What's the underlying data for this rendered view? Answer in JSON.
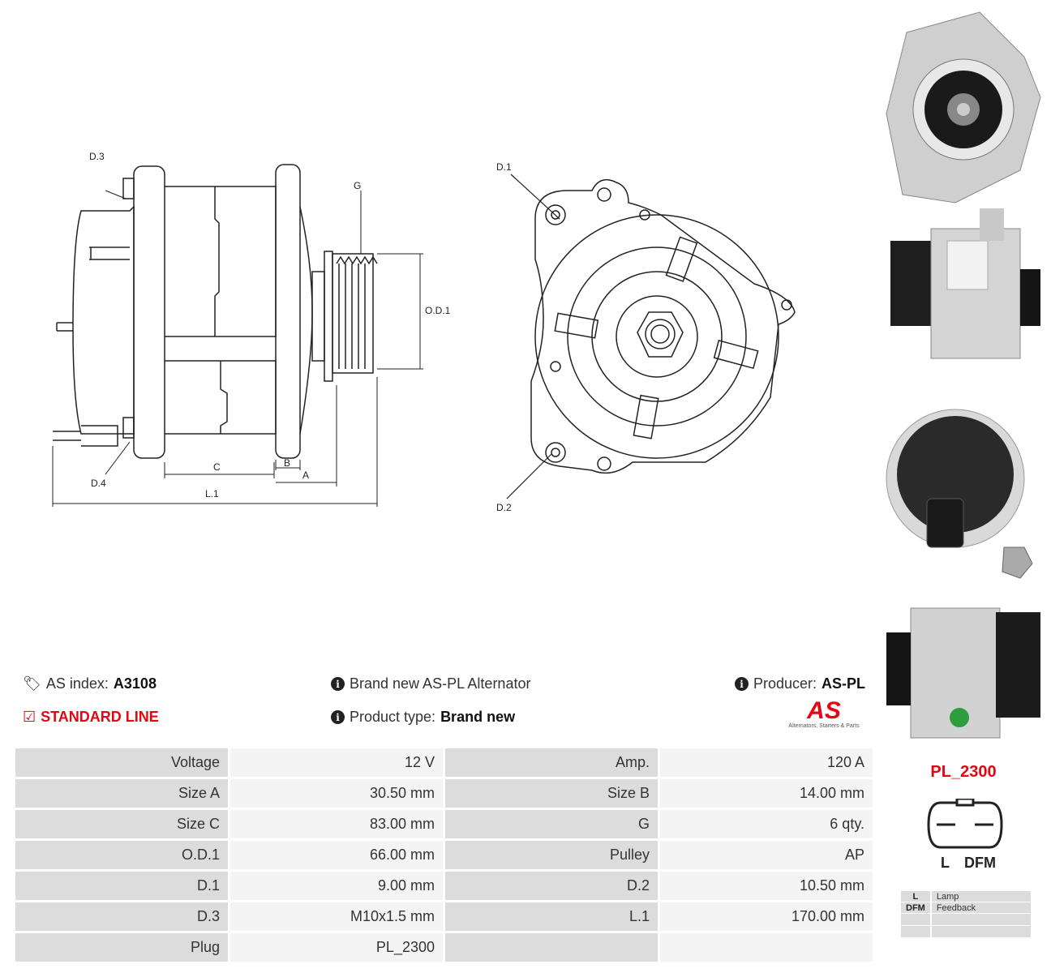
{
  "drawing_labels": {
    "d3": "D.3",
    "d4": "D.4",
    "g": "G",
    "od1": "O.D.1",
    "c": "C",
    "b": "B",
    "a": "A",
    "l1": "L.1",
    "d1": "D.1",
    "d2": "D.2"
  },
  "info": {
    "as_index_label": "AS index:",
    "as_index_value": "A3108",
    "description": "Brand new AS-PL Alternator",
    "producer_label": "Producer:",
    "producer_value": "AS-PL",
    "line": "STANDARD LINE",
    "product_type_label": "Product type:",
    "product_type_value": "Brand new",
    "logo_text": "AS",
    "logo_tagline": "Alternators, Starters & Parts"
  },
  "specs": [
    {
      "label": "Voltage",
      "value": "12 V",
      "label2": "Amp.",
      "value2": "120 A"
    },
    {
      "label": "Size A",
      "value": "30.50 mm",
      "label2": "Size B",
      "value2": "14.00 mm"
    },
    {
      "label": "Size C",
      "value": "83.00 mm",
      "label2": "G",
      "value2": "6 qty."
    },
    {
      "label": "O.D.1",
      "value": "66.00 mm",
      "label2": "Pulley",
      "value2": "AP"
    },
    {
      "label": "D.1",
      "value": "9.00 mm",
      "label2": "D.2",
      "value2": "10.50 mm"
    },
    {
      "label": "D.3",
      "value": "M10x1.5 mm",
      "label2": "L.1",
      "value2": "170.00 mm"
    },
    {
      "label": "Plug",
      "value": "PL_2300",
      "label2": "",
      "value2": ""
    }
  ],
  "plug": {
    "code": "PL_2300",
    "pin1": "L",
    "pin2": "DFM",
    "legend": [
      {
        "key": "L",
        "value": "Lamp"
      },
      {
        "key": "DFM",
        "value": "Feedback"
      },
      {
        "key": "",
        "value": ""
      },
      {
        "key": "",
        "value": ""
      }
    ]
  },
  "colors": {
    "accent": "#e30613",
    "label_bg": "#dcdcdc",
    "value_bg": "#f4f4f4"
  }
}
